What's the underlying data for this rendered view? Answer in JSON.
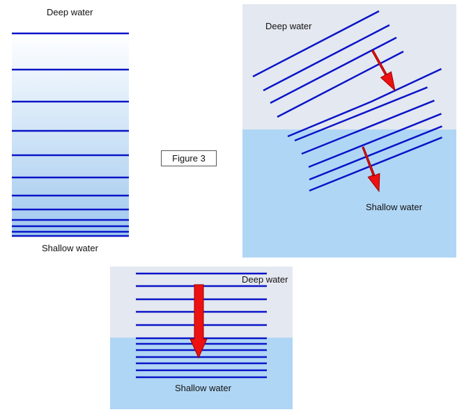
{
  "figure": {
    "caption": "Figure 3"
  },
  "diagram_a": {
    "top_label": "Deep water",
    "bottom_label": "Shallow water"
  },
  "diagram_b": {
    "deep_label": "Deep water",
    "shallow_label": "Shallow water"
  },
  "diagram_c": {
    "deep_label": "Deep water",
    "shallow_label": "Shallow water"
  },
  "colors": {
    "wavefront": "#0a14c8",
    "deep_region": "#e4e8f0",
    "shallow_region": "#b0d6f5",
    "arrow_fill": "#ee1111",
    "arrow_stroke": "#990000"
  }
}
